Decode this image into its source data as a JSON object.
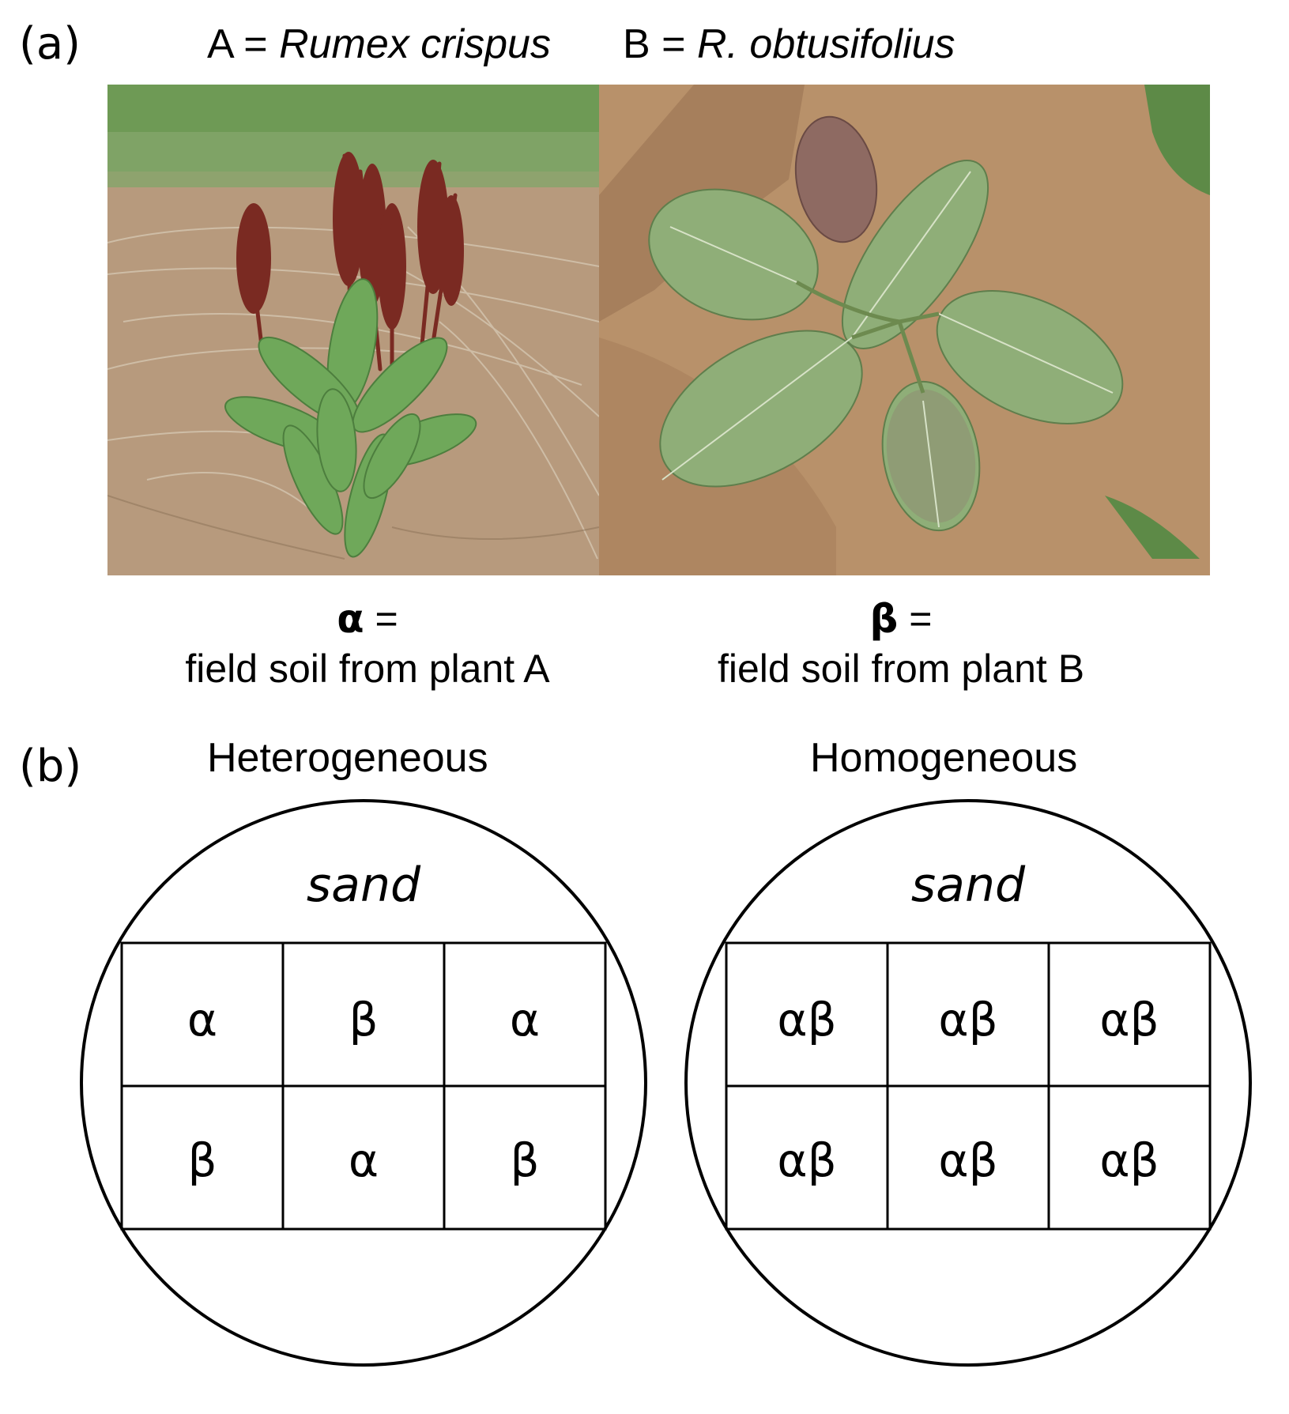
{
  "panel_a": {
    "label": "(a)",
    "species_a": {
      "prefix": "A = ",
      "name": "Rumex crispus"
    },
    "species_b": {
      "prefix": "B = ",
      "name": "R. obtusifolius"
    },
    "photo_a_desc": "photo-rumex-crispus",
    "photo_b_desc": "photo-r-obtusifolius",
    "soil_alpha": {
      "symbol": "α",
      "eq": " =",
      "desc": "field soil from plant A"
    },
    "soil_beta": {
      "symbol": "β",
      "eq": " =",
      "desc": "field soil from plant B"
    }
  },
  "panel_b": {
    "label": "(b)",
    "heterogeneous": {
      "title": "Heterogeneous",
      "sand_label": "sand",
      "cells": [
        "α",
        "β",
        "α",
        "β",
        "α",
        "β"
      ]
    },
    "homogeneous": {
      "title": "Homogeneous",
      "sand_label": "sand",
      "cells": [
        "αβ",
        "αβ",
        "αβ",
        "αβ",
        "αβ",
        "αβ"
      ]
    }
  },
  "colors": {
    "soil": "#b59372",
    "leaf": "#6fa85a",
    "flower": "#7a2a22",
    "grass": "#5d8a47"
  }
}
